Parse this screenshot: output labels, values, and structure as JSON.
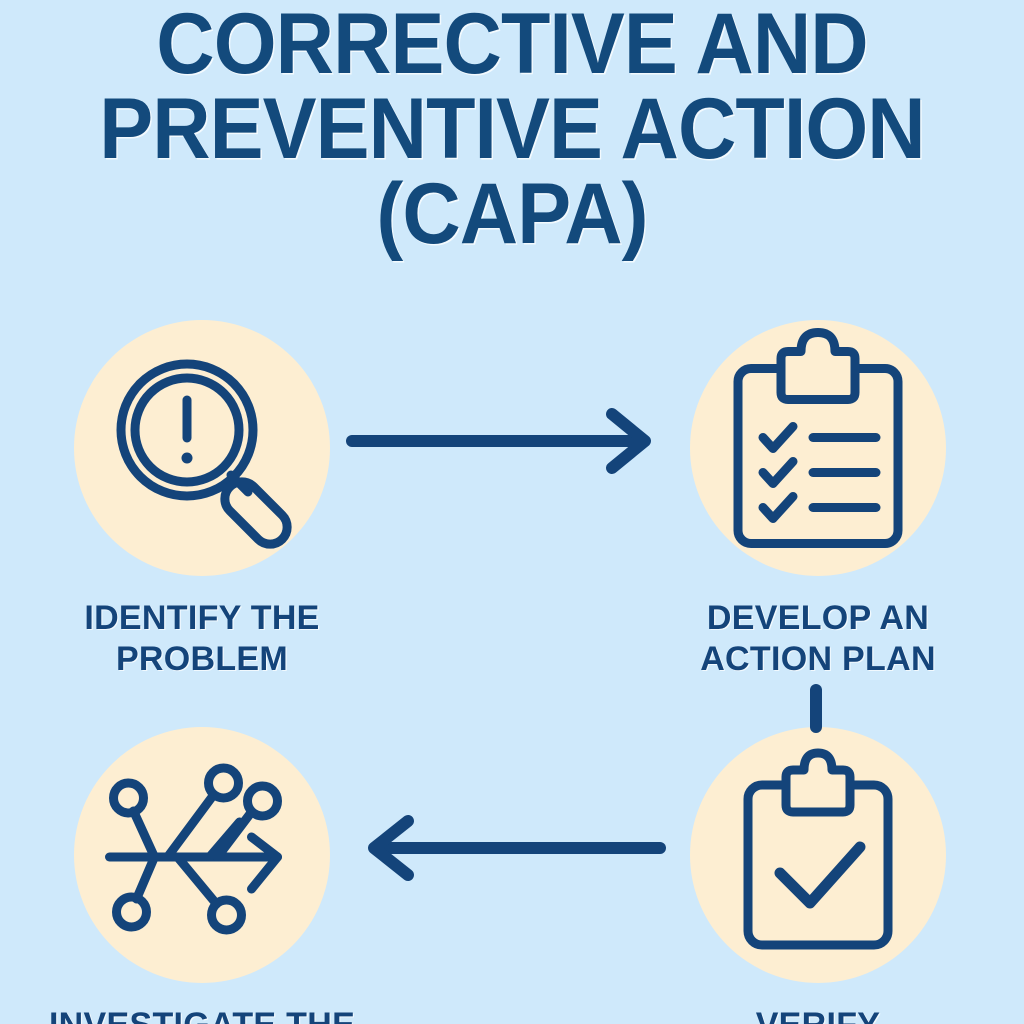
{
  "poster": {
    "title_lines": [
      "CORRECTIVE AND",
      "PREVENTIVE ACTION",
      "(CAPA)"
    ],
    "background_color": "#cfe9fb",
    "accent_navy": "#14447a",
    "circle_cream": "#fdeed2"
  },
  "steps": [
    {
      "order": "1",
      "icon": "magnifying-glass-alert-icon",
      "label_lines": [
        "IDENTIFY THE",
        "PROBLEM"
      ],
      "label_full": "IDENTIFY THE PROBLEM"
    },
    {
      "order": "2",
      "icon": "clipboard-checklist-icon",
      "label_lines": [
        "DEVELOP AN",
        "ACTION PLAN"
      ],
      "label_full": "DEVELOP AN ACTION PLAN"
    },
    {
      "order": "3",
      "icon": "fishbone-diagram-icon",
      "label_lines": [
        "INVESTIGATE THE"
      ],
      "label_full": "INVESTIGATE THE"
    },
    {
      "order": "4",
      "icon": "clipboard-check-icon",
      "label_lines": [
        "VERIFY"
      ],
      "label_full": "VERIFY"
    }
  ],
  "connectors": [
    {
      "name": "arrow-identify-to-develop",
      "direction": "right"
    },
    {
      "name": "connector-develop-to-verify",
      "direction": "down"
    },
    {
      "name": "arrow-verify-to-investigate",
      "direction": "left"
    }
  ]
}
